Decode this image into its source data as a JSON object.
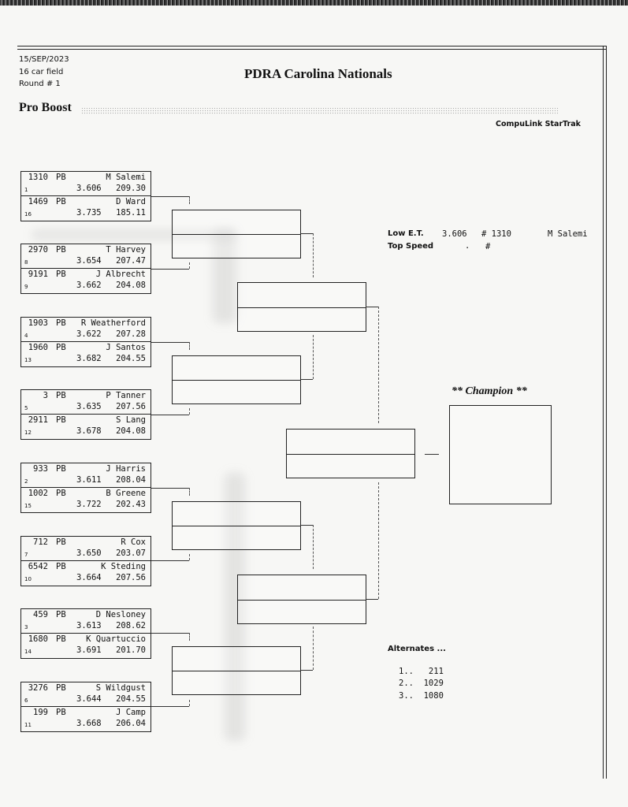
{
  "header": {
    "date": "15/SEP/2023",
    "field": "16 car field",
    "round": "Round # 1",
    "title": "PDRA Carolina Nationals",
    "class_name": "Pro Boost",
    "system": "CompuLink StarTrak"
  },
  "entries": [
    {
      "top": {
        "num": "1310",
        "cls": "PB",
        "name": "M Salemi",
        "seed": "1",
        "et": "3.606",
        "mph": "209.30"
      },
      "bot": {
        "num": "1469",
        "cls": "PB",
        "name": "D Ward",
        "seed": "16",
        "et": "3.735",
        "mph": "185.11"
      }
    },
    {
      "top": {
        "num": "2970",
        "cls": "PB",
        "name": "T Harvey",
        "seed": "8",
        "et": "3.654",
        "mph": "207.47"
      },
      "bot": {
        "num": "9191",
        "cls": "PB",
        "name": "J Albrecht",
        "seed": "9",
        "et": "3.662",
        "mph": "204.08"
      }
    },
    {
      "top": {
        "num": "1903",
        "cls": "PB",
        "name": "R Weatherford",
        "seed": "4",
        "et": "3.622",
        "mph": "207.28"
      },
      "bot": {
        "num": "1960",
        "cls": "PB",
        "name": "J Santos",
        "seed": "13",
        "et": "3.682",
        "mph": "204.55"
      }
    },
    {
      "top": {
        "num": "3",
        "cls": "PB",
        "name": "P Tanner",
        "seed": "5",
        "et": "3.635",
        "mph": "207.56"
      },
      "bot": {
        "num": "2911",
        "cls": "PB",
        "name": "S Lang",
        "seed": "12",
        "et": "3.678",
        "mph": "204.08"
      }
    },
    {
      "top": {
        "num": "933",
        "cls": "PB",
        "name": "J Harris",
        "seed": "2",
        "et": "3.611",
        "mph": "208.04"
      },
      "bot": {
        "num": "1002",
        "cls": "PB",
        "name": "B Greene",
        "seed": "15",
        "et": "3.722",
        "mph": "202.43"
      }
    },
    {
      "top": {
        "num": "712",
        "cls": "PB",
        "name": "R Cox",
        "seed": "7",
        "et": "3.650",
        "mph": "203.07"
      },
      "bot": {
        "num": "6542",
        "cls": "PB",
        "name": "K Steding",
        "seed": "10",
        "et": "3.664",
        "mph": "207.56"
      }
    },
    {
      "top": {
        "num": "459",
        "cls": "PB",
        "name": "D Nesloney",
        "seed": "3",
        "et": "3.613",
        "mph": "208.62"
      },
      "bot": {
        "num": "1680",
        "cls": "PB",
        "name": "K Quartuccio",
        "seed": "14",
        "et": "3.691",
        "mph": "201.70"
      }
    },
    {
      "top": {
        "num": "3276",
        "cls": "PB",
        "name": "S Wildgust",
        "seed": "6",
        "et": "3.644",
        "mph": "204.55"
      },
      "bot": {
        "num": "199",
        "cls": "PB",
        "name": "J Camp",
        "seed": "11",
        "et": "3.668",
        "mph": "206.04"
      }
    }
  ],
  "stats": {
    "low_et_label": "Low  E.T.",
    "low_et_value": "3.606",
    "low_et_num": "# 1310",
    "low_et_name": "M Salemi",
    "top_speed_label": "Top Speed",
    "top_speed_value": ".",
    "top_speed_num": "#"
  },
  "champion_label": "** Champion **",
  "alternates": {
    "title": "Alternates ...",
    "items": [
      "1..   211",
      "2..  1029",
      "3..  1080"
    ]
  }
}
